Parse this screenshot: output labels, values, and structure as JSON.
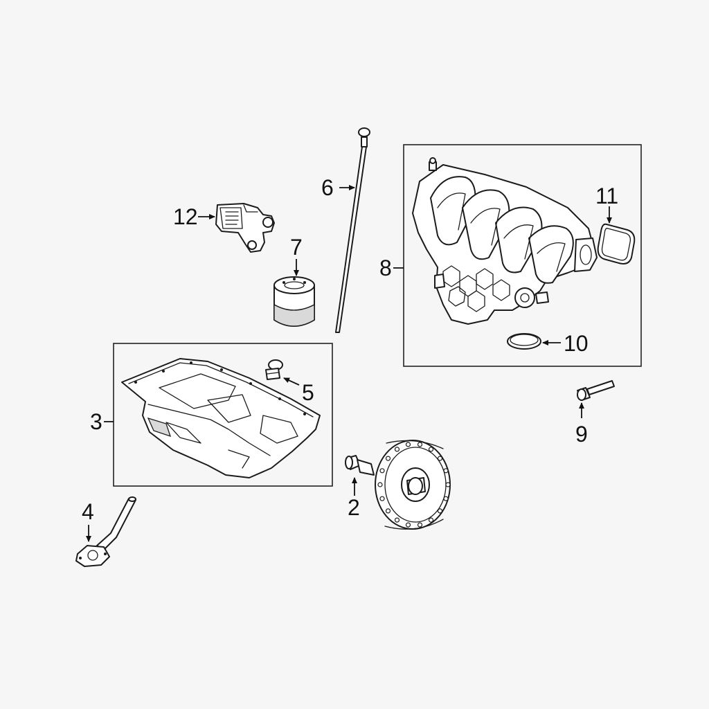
{
  "diagram": {
    "callouts": [
      {
        "id": "2",
        "label": "2"
      },
      {
        "id": "3",
        "label": "3"
      },
      {
        "id": "4",
        "label": "4"
      },
      {
        "id": "5",
        "label": "5"
      },
      {
        "id": "6",
        "label": "6"
      },
      {
        "id": "7",
        "label": "7"
      },
      {
        "id": "8",
        "label": "8"
      },
      {
        "id": "9",
        "label": "9"
      },
      {
        "id": "10",
        "label": "10"
      },
      {
        "id": "11",
        "label": "11"
      },
      {
        "id": "12",
        "label": "12"
      }
    ],
    "colors": {
      "background": "#f6f6f6",
      "ink": "#1b1b1b",
      "fill": "#ffffff"
    }
  }
}
